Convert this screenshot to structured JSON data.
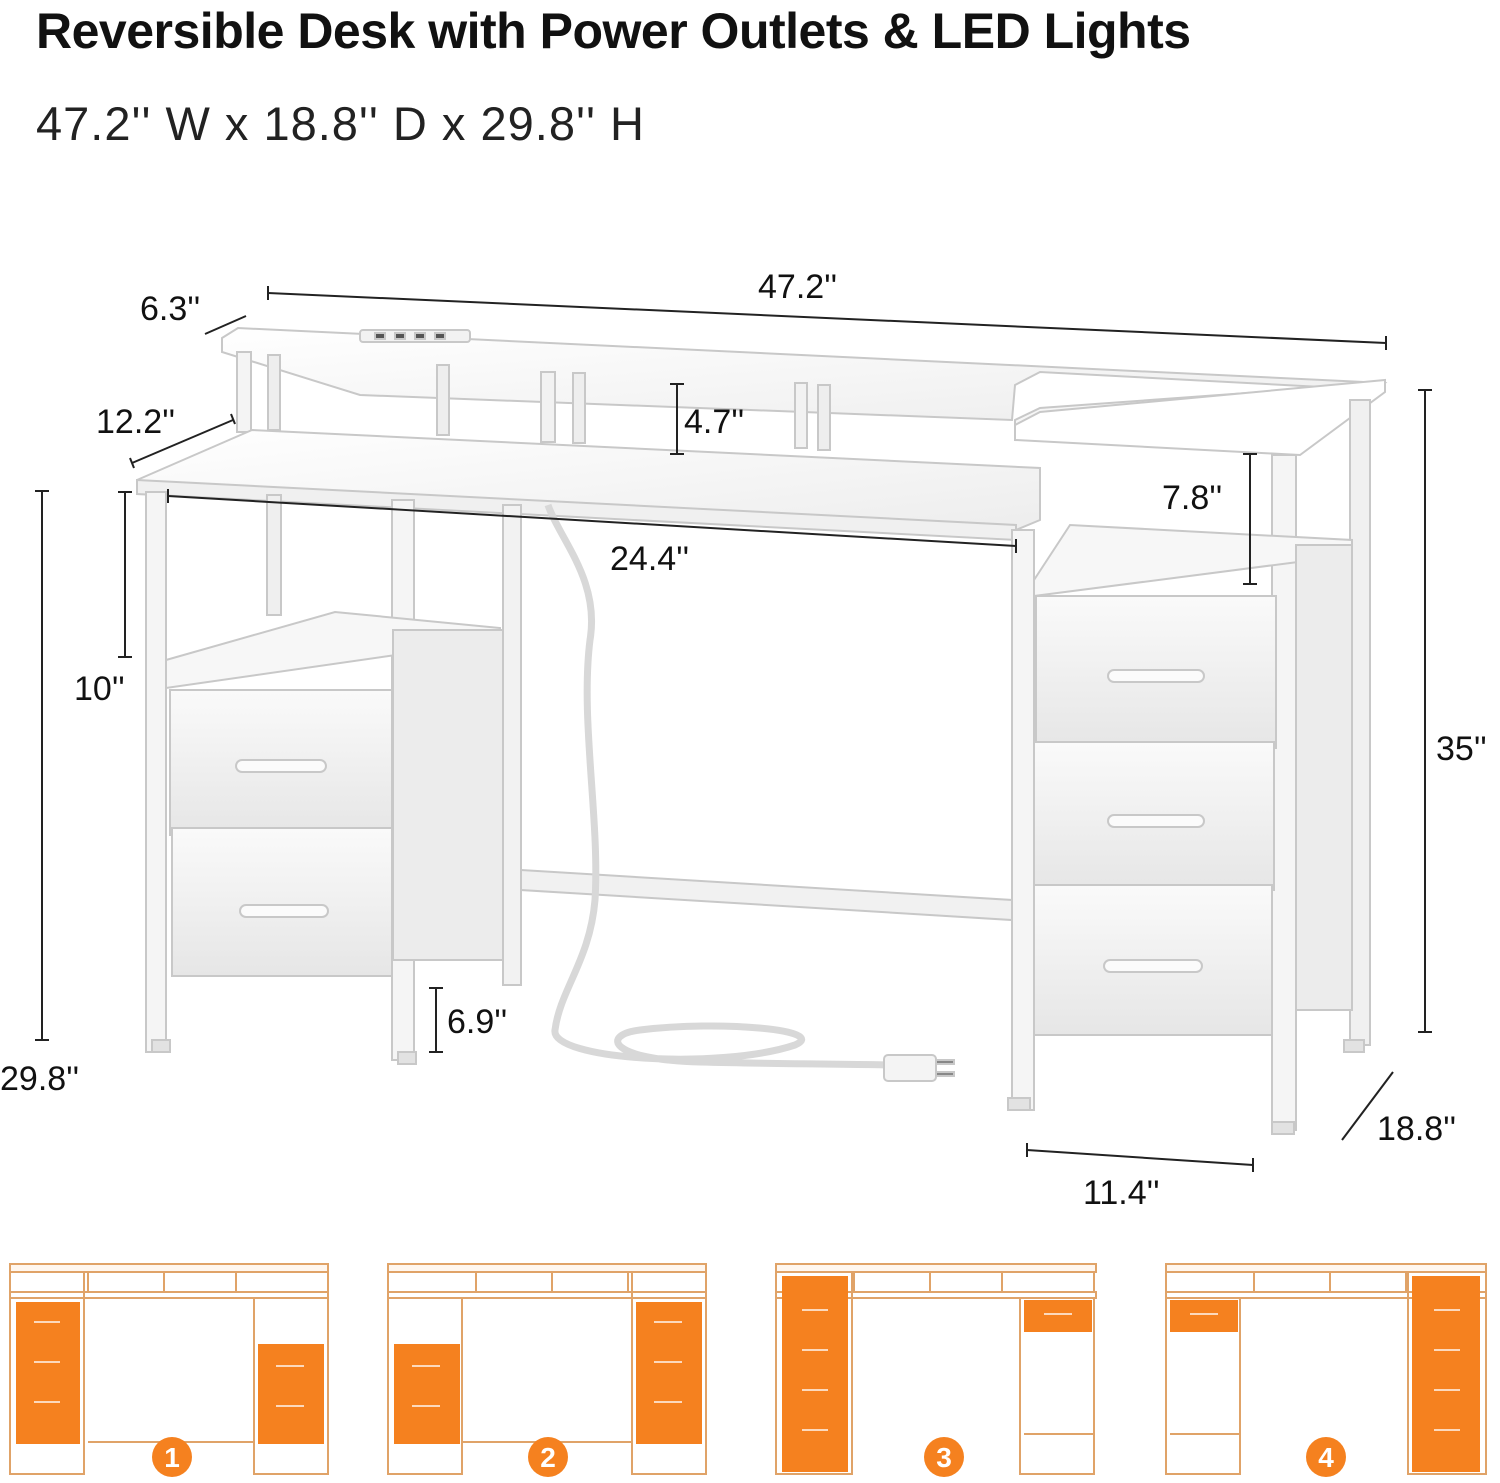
{
  "header": {
    "title": "Reversible Desk with Power Outlets & LED Lights",
    "subtitle": "47.2'' W x 18.8'' D x 29.8'' H"
  },
  "dimensions": {
    "shelf_depth": "6.3''",
    "total_width": "47.2''",
    "desk_depth": "12.2''",
    "riser_height": "4.7''",
    "open_shelf_height": "7.8''",
    "knee_width": "24.4''",
    "shelf_gap": "10''",
    "total_height_right": "35''",
    "desk_height": "29.8''",
    "leg_clearance": "6.9''",
    "drawer_width": "11.4''",
    "full_depth": "18.8''"
  },
  "configurations": {
    "accent_color": "#f5811f",
    "items": [
      {
        "number": "1"
      },
      {
        "number": "2"
      },
      {
        "number": "3"
      },
      {
        "number": "4"
      }
    ]
  }
}
